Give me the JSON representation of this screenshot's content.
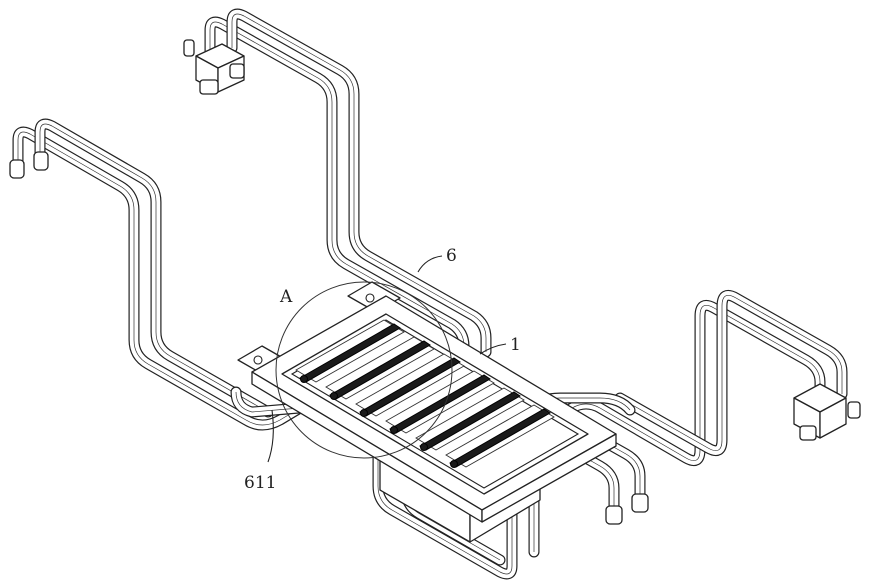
{
  "figure": {
    "labels": [
      {
        "id": "label-6",
        "text": "6"
      },
      {
        "id": "label-1",
        "text": "1"
      },
      {
        "id": "label-a",
        "text": "A"
      },
      {
        "id": "label-611",
        "text": "611"
      }
    ]
  }
}
